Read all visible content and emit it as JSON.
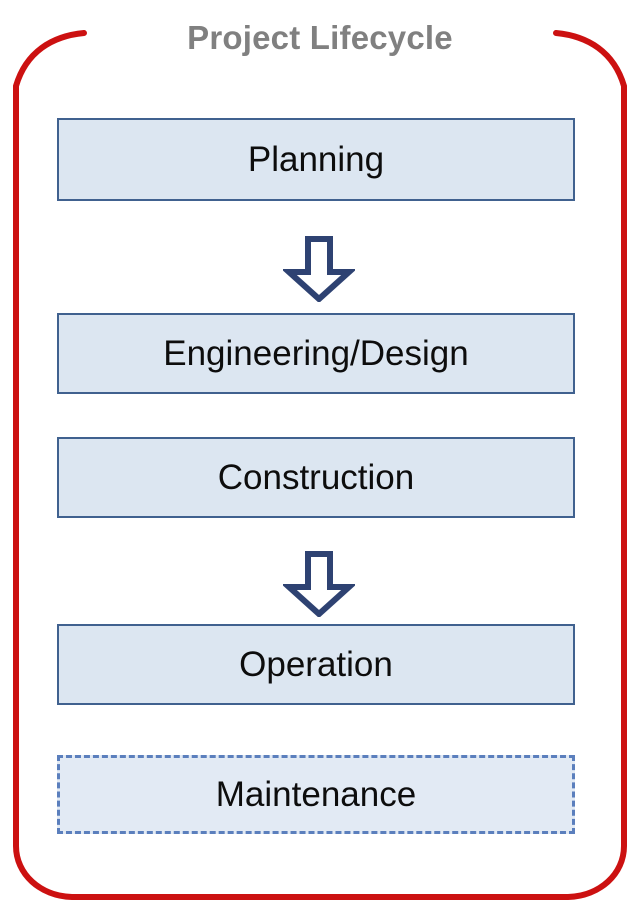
{
  "diagram": {
    "title": "Project Lifecycle",
    "type": "flowchart",
    "orientation": "vertical",
    "boundary": {
      "name": "lifecycle-boundary",
      "shape": "rounded-rectangle",
      "style": "solid",
      "color": "#cc1111",
      "title_gap": true
    },
    "colors": {
      "title_text": "#808080",
      "box_fill": "#dce6f1",
      "box_border": "#40618f",
      "dashed_box_border": "#5b7fbd",
      "arrow_outline": "#2e4272",
      "arrow_fill": "#ffffff",
      "boundary_red": "#cc1111",
      "label_text": "#0d0d0d",
      "background": "#ffffff"
    },
    "stages": [
      {
        "id": "planning",
        "label": "Planning",
        "border_style": "solid",
        "order": 1
      },
      {
        "id": "engineering-design",
        "label": "Engineering/Design",
        "border_style": "solid",
        "order": 2
      },
      {
        "id": "construction",
        "label": "Construction",
        "border_style": "solid",
        "order": 3
      },
      {
        "id": "operation",
        "label": "Operation",
        "border_style": "solid",
        "order": 4
      },
      {
        "id": "maintenance",
        "label": "Maintenance",
        "border_style": "dashed",
        "order": 5
      }
    ],
    "connectors": [
      {
        "id": "planning-to-engineering",
        "icon": "down-block-arrow-icon",
        "from": "planning",
        "to": "engineering-design",
        "direction": "down"
      },
      {
        "id": "construction-to-operation",
        "icon": "down-block-arrow-icon",
        "from": "construction",
        "to": "operation",
        "direction": "down"
      }
    ]
  }
}
